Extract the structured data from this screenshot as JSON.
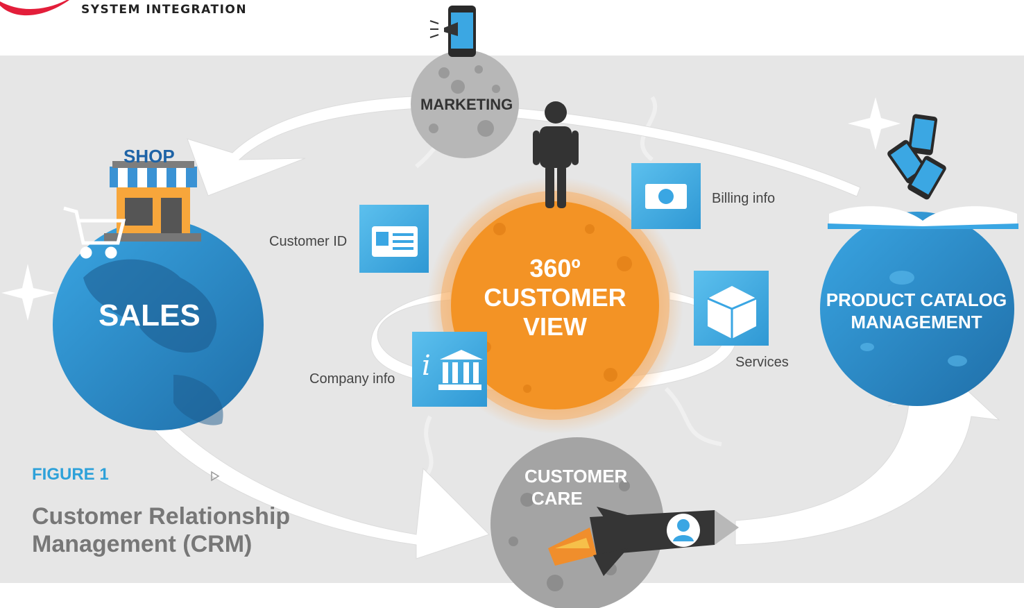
{
  "brand": {
    "subtitle": "SYSTEM INTEGRATION",
    "accent_color": "#e31e3a"
  },
  "figure": {
    "label": "FIGURE 1",
    "title": "Customer Relationship Management (CRM)"
  },
  "nodes": {
    "marketing": "MARKETING",
    "sales": "SALES",
    "shop": "SHOP",
    "center": [
      "360º",
      "CUSTOMER",
      "VIEW"
    ],
    "product": [
      "PRODUCT CATALOG",
      "MANAGEMENT"
    ],
    "care": [
      "CUSTOMER",
      "CARE"
    ]
  },
  "data_cards": {
    "customer_id": "Customer ID",
    "billing": "Billing info",
    "services": "Services",
    "company": "Company info"
  },
  "colors": {
    "panel": "#e6e6e6",
    "sun": "#f39325",
    "earth": "#2b8fd0",
    "moon": "#a8a8a8",
    "card": "#3ea9e0",
    "label_blue": "#2ea1d9"
  },
  "icons": [
    "megaphone-phone-icon",
    "person-icon",
    "shop-icon",
    "cart-icon",
    "id-card-icon",
    "money-icon",
    "box-icon",
    "bank-icon",
    "phones-icon",
    "book-icon",
    "rocket-icon",
    "support-agent-icon",
    "sparkle-icon",
    "play-icon"
  ]
}
